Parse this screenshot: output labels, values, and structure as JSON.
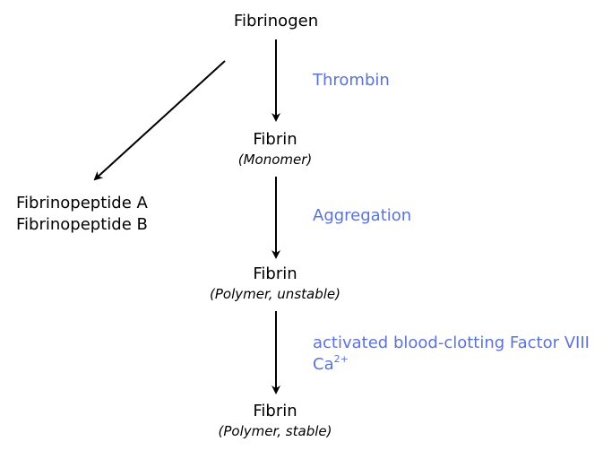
{
  "colors": {
    "step_text": "#000000",
    "enzyme_text": "#5b73d6",
    "arrow": "#000000"
  },
  "nodes": {
    "fibrinogen": {
      "label": "Fibrinogen"
    },
    "fibrin_monomer": {
      "label": "Fibrin",
      "state": "(Monomer)"
    },
    "fibrin_polymer_unstable": {
      "label": "Fibrin",
      "state": "(Polymer, unstable)"
    },
    "fibrin_polymer_stable": {
      "label": "Fibrin",
      "state": "(Polymer, stable)"
    },
    "byproducts": [
      "Fibrinopeptide A",
      "Fibrinopeptide B"
    ]
  },
  "transitions": {
    "step1": "Thrombin",
    "step2": "Aggregation",
    "step3_line1": "activated blood-clotting Factor VIII",
    "step3_ion": "Ca",
    "step3_charge": "2+"
  }
}
